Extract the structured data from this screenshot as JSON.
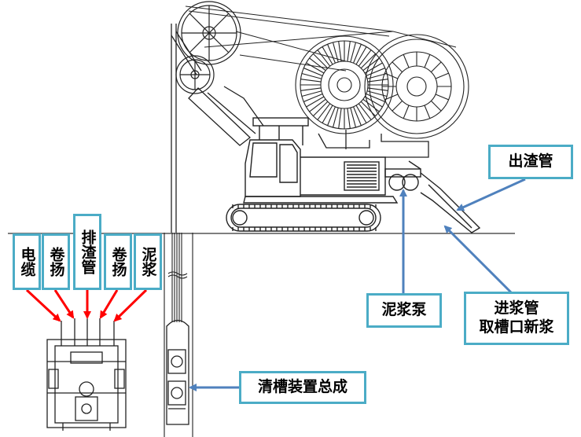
{
  "diagram": {
    "colors": {
      "label_border": "#4bacc6",
      "blue_arrow": "#4f81bd",
      "red_arrow": "#ff0000",
      "machine_line": "#222222"
    },
    "labels": {
      "chuzhaguan": "出渣管",
      "nijiangbeng": "泥浆泵",
      "jinjiangguan_line1": "进浆管",
      "jinjiangguan_line2": "取槽口新浆",
      "qingcao": "清槽装置总成",
      "dianlan": "电缆",
      "juanyang_1": "卷扬",
      "paizhaguan": "排渣管",
      "juanyang_2": "卷扬",
      "nijiang": "泥浆"
    }
  }
}
